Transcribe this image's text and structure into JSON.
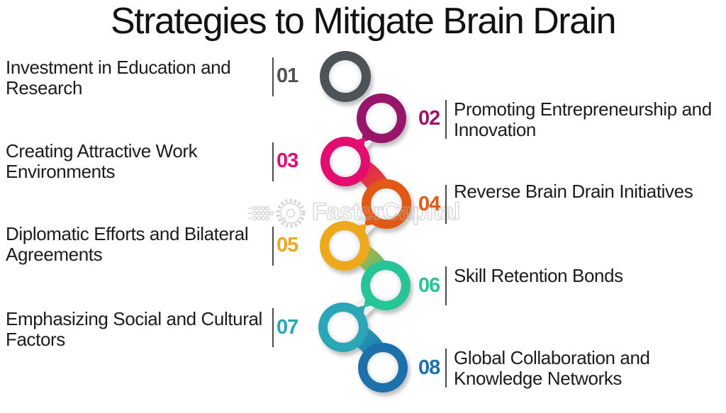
{
  "title": "Strategies to Mitigate Brain Drain",
  "watermark": {
    "text": "FasterCapital"
  },
  "colors": {
    "background": "#ffffff",
    "title_text": "#121212",
    "label_text": "#1c1c1c",
    "separator": "#4b4b4b",
    "watermark": "#bfbfbf"
  },
  "items": [
    {
      "num": "01",
      "side": "left",
      "color": "#4d5257",
      "label": "Investment in Education and Research",
      "lines": [
        "Investment in Education and",
        "Research"
      ]
    },
    {
      "num": "02",
      "side": "right",
      "color": "#97156a",
      "label": "Promoting Entrepreneurship and Innovation",
      "lines": [
        "Promoting Entrepreneurship and",
        "Innovation"
      ]
    },
    {
      "num": "03",
      "side": "left",
      "color": "#e30d70",
      "label": "Creating Attractive Work Environments",
      "lines": [
        "Creating Attractive Work",
        "Environments"
      ]
    },
    {
      "num": "04",
      "side": "right",
      "color": "#e05a19",
      "label": "Reverse Brain Drain Initiatives",
      "lines": [
        "Reverse Brain Drain Initiatives"
      ]
    },
    {
      "num": "05",
      "side": "left",
      "color": "#eda81f",
      "label": "Diplomatic Efforts and Bilateral Agreements",
      "lines": [
        "Diplomatic Efforts and Bilateral",
        "Agreements"
      ]
    },
    {
      "num": "06",
      "side": "right",
      "color": "#27c497",
      "label": "Skill Retention Bonds",
      "lines": [
        "Skill Retention Bonds"
      ]
    },
    {
      "num": "07",
      "side": "left",
      "color": "#2ba6b7",
      "label": "Emphasizing Social and Cultural Factors",
      "lines": [
        "Emphasizing Social and Cultural",
        "Factors"
      ]
    },
    {
      "num": "08",
      "side": "right",
      "color": "#1d70ab",
      "label": "Global Collaboration and Knowledge Networks",
      "lines": [
        "Global Collaboration and",
        "Knowledge Networks"
      ]
    }
  ]
}
